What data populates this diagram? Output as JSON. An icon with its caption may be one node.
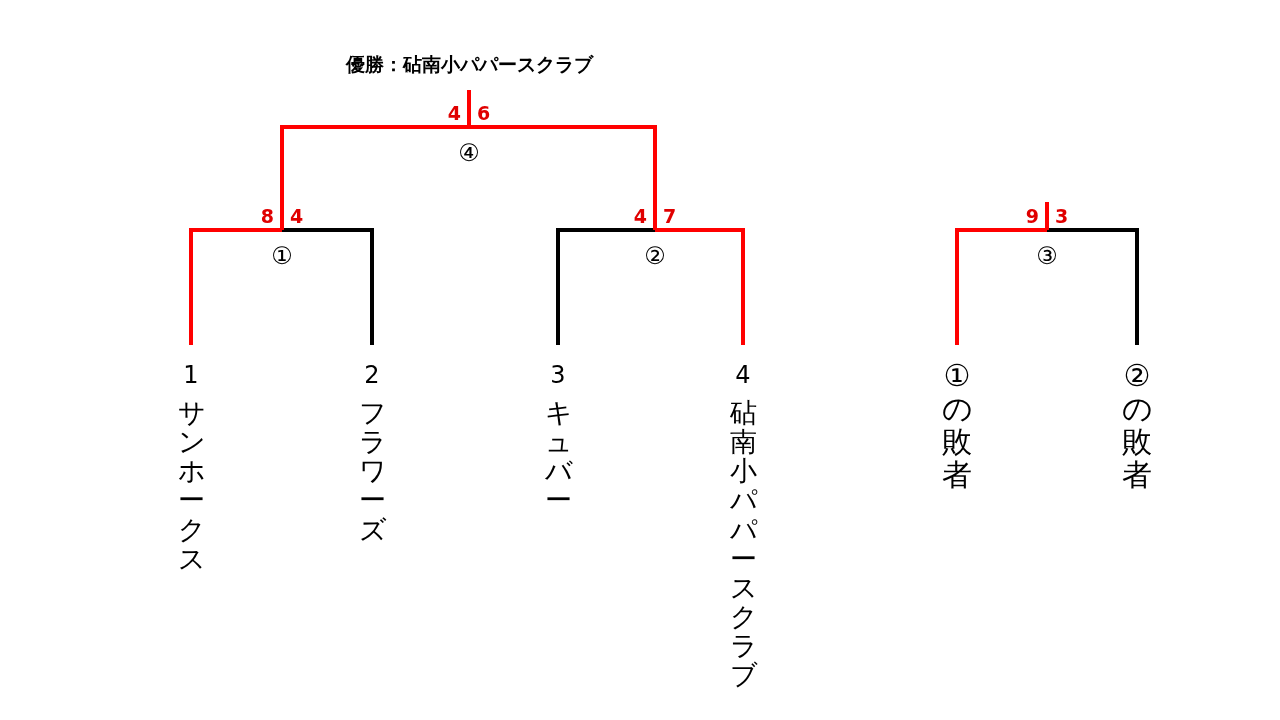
{
  "diagram": {
    "nodes": [
      {
        "text": [
          "優勝：砧南小パパースクラブ"
        ]
      },
      {
        "text": [
          "④"
        ],
        "beside": [
          "4",
          "6"
        ]
      },
      {
        "text": [
          "①"
        ],
        "beside": [
          "8",
          "4"
        ]
      },
      {
        "text": [
          "②"
        ],
        "beside": [
          "4",
          "7"
        ]
      },
      {
        "text": [
          "③"
        ],
        "beside": [
          "9",
          "3"
        ]
      },
      {
        "text": [
          "1",
          "サンホークス"
        ]
      },
      {
        "text": [
          "2",
          "フラワーズ"
        ]
      },
      {
        "text": [
          "3",
          "キュバー"
        ]
      },
      {
        "text": [
          "4",
          "砧南小パパースクラブ"
        ]
      },
      {
        "text": [
          "①の敗者"
        ]
      },
      {
        "text": [
          "②の敗者"
        ]
      }
    ],
    "edges": [
      {
        "from": 5,
        "to": 2,
        "arrow": "none"
      },
      {
        "from": 6,
        "to": 2,
        "arrow": "none",
        "color": "#000000"
      },
      {
        "from": 7,
        "to": 3,
        "arrow": "none",
        "color": "#000000"
      },
      {
        "from": 8,
        "to": 3,
        "arrow": "none"
      },
      {
        "from": 2,
        "to": 1,
        "arrow": "none"
      },
      {
        "from": 3,
        "to": 1,
        "arrow": "none"
      },
      {
        "from": 1,
        "to": 0,
        "arrow": "none"
      },
      {
        "from": 9,
        "to": 4,
        "arrow": "none"
      },
      {
        "from": 10,
        "to": 4,
        "arrow": "none",
        "color": "#000000"
      },
      {
        "from": 4,
        "to": null,
        "arrow": "none"
      }
    ]
  }
}
